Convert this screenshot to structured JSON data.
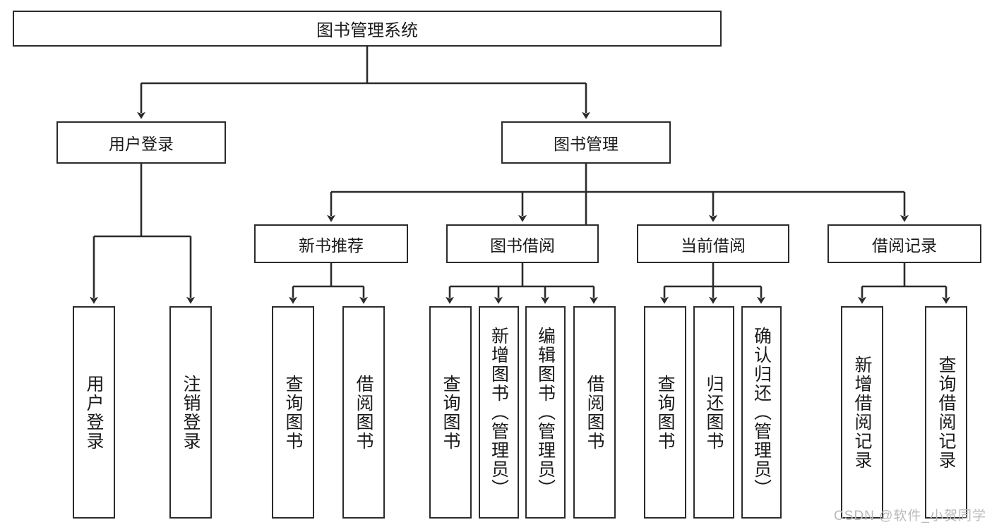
{
  "diagram": {
    "type": "tree-hierarchy",
    "title": "图书管理系统",
    "root": {
      "label": "图书管理系统"
    },
    "level2": [
      {
        "label": "用户登录"
      },
      {
        "label": "图书管理"
      }
    ],
    "level3": [
      {
        "label": "新书推荐"
      },
      {
        "label": "图书借阅"
      },
      {
        "label": "当前借阅"
      },
      {
        "label": "借阅记录"
      }
    ],
    "leaves": {
      "user_login": [
        {
          "label": "用户登录"
        },
        {
          "label": "注销登录"
        }
      ],
      "new_book_recommend": [
        {
          "label": "查询图书"
        },
        {
          "label": "借阅图书"
        }
      ],
      "book_borrow": [
        {
          "label": "查询图书"
        },
        {
          "label": "新增图书（管理员）"
        },
        {
          "label": "编辑图书（管理员）"
        },
        {
          "label": "借阅图书"
        }
      ],
      "current_borrow": [
        {
          "label": "查询图书"
        },
        {
          "label": "归还图书"
        },
        {
          "label": "确认归还（管理员）"
        }
      ],
      "borrow_record": [
        {
          "label": "新增借阅记录"
        },
        {
          "label": "查询借阅记录"
        }
      ]
    },
    "watermark": "CSDN @软件_小贺同学",
    "colors": {
      "border": "#2b2b2b",
      "background": "#ffffff",
      "text": "#1a1a1a",
      "watermark": "#b9b9b9"
    }
  }
}
